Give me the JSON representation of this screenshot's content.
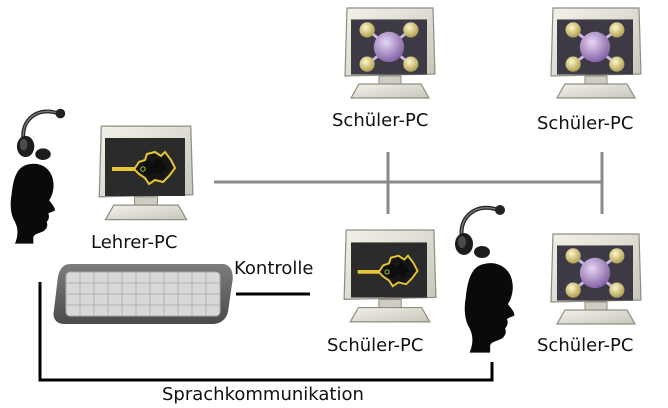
{
  "labels": {
    "teacher_pc": "Lehrer-PC",
    "student_pc_top_left": "Schüler-PC",
    "student_pc_top_right": "Schüler-PC",
    "student_pc_bottom_left": "Schüler-PC",
    "student_pc_bottom_right": "Schüler-PC",
    "control": "Kontrolle",
    "voice": "Sprachkommunikation"
  },
  "icons": [
    "headset-icon",
    "head-silhouette-icon",
    "monitor-icon",
    "keyboard-icon",
    "fractal-screen-icon",
    "molecule-screen-icon"
  ],
  "colors": {
    "line": "#8a8a8a",
    "voice_line": "#000000",
    "monitor_body": "#e3e1d6",
    "monitor_shadow": "#a9a79c",
    "screen_bg": "#2a2a2a",
    "fractal": "#1a1a1a",
    "fractal_edge": "#e7c83a",
    "molecule_center": "#b58fd0",
    "molecule_atoms": "#e6d888"
  }
}
